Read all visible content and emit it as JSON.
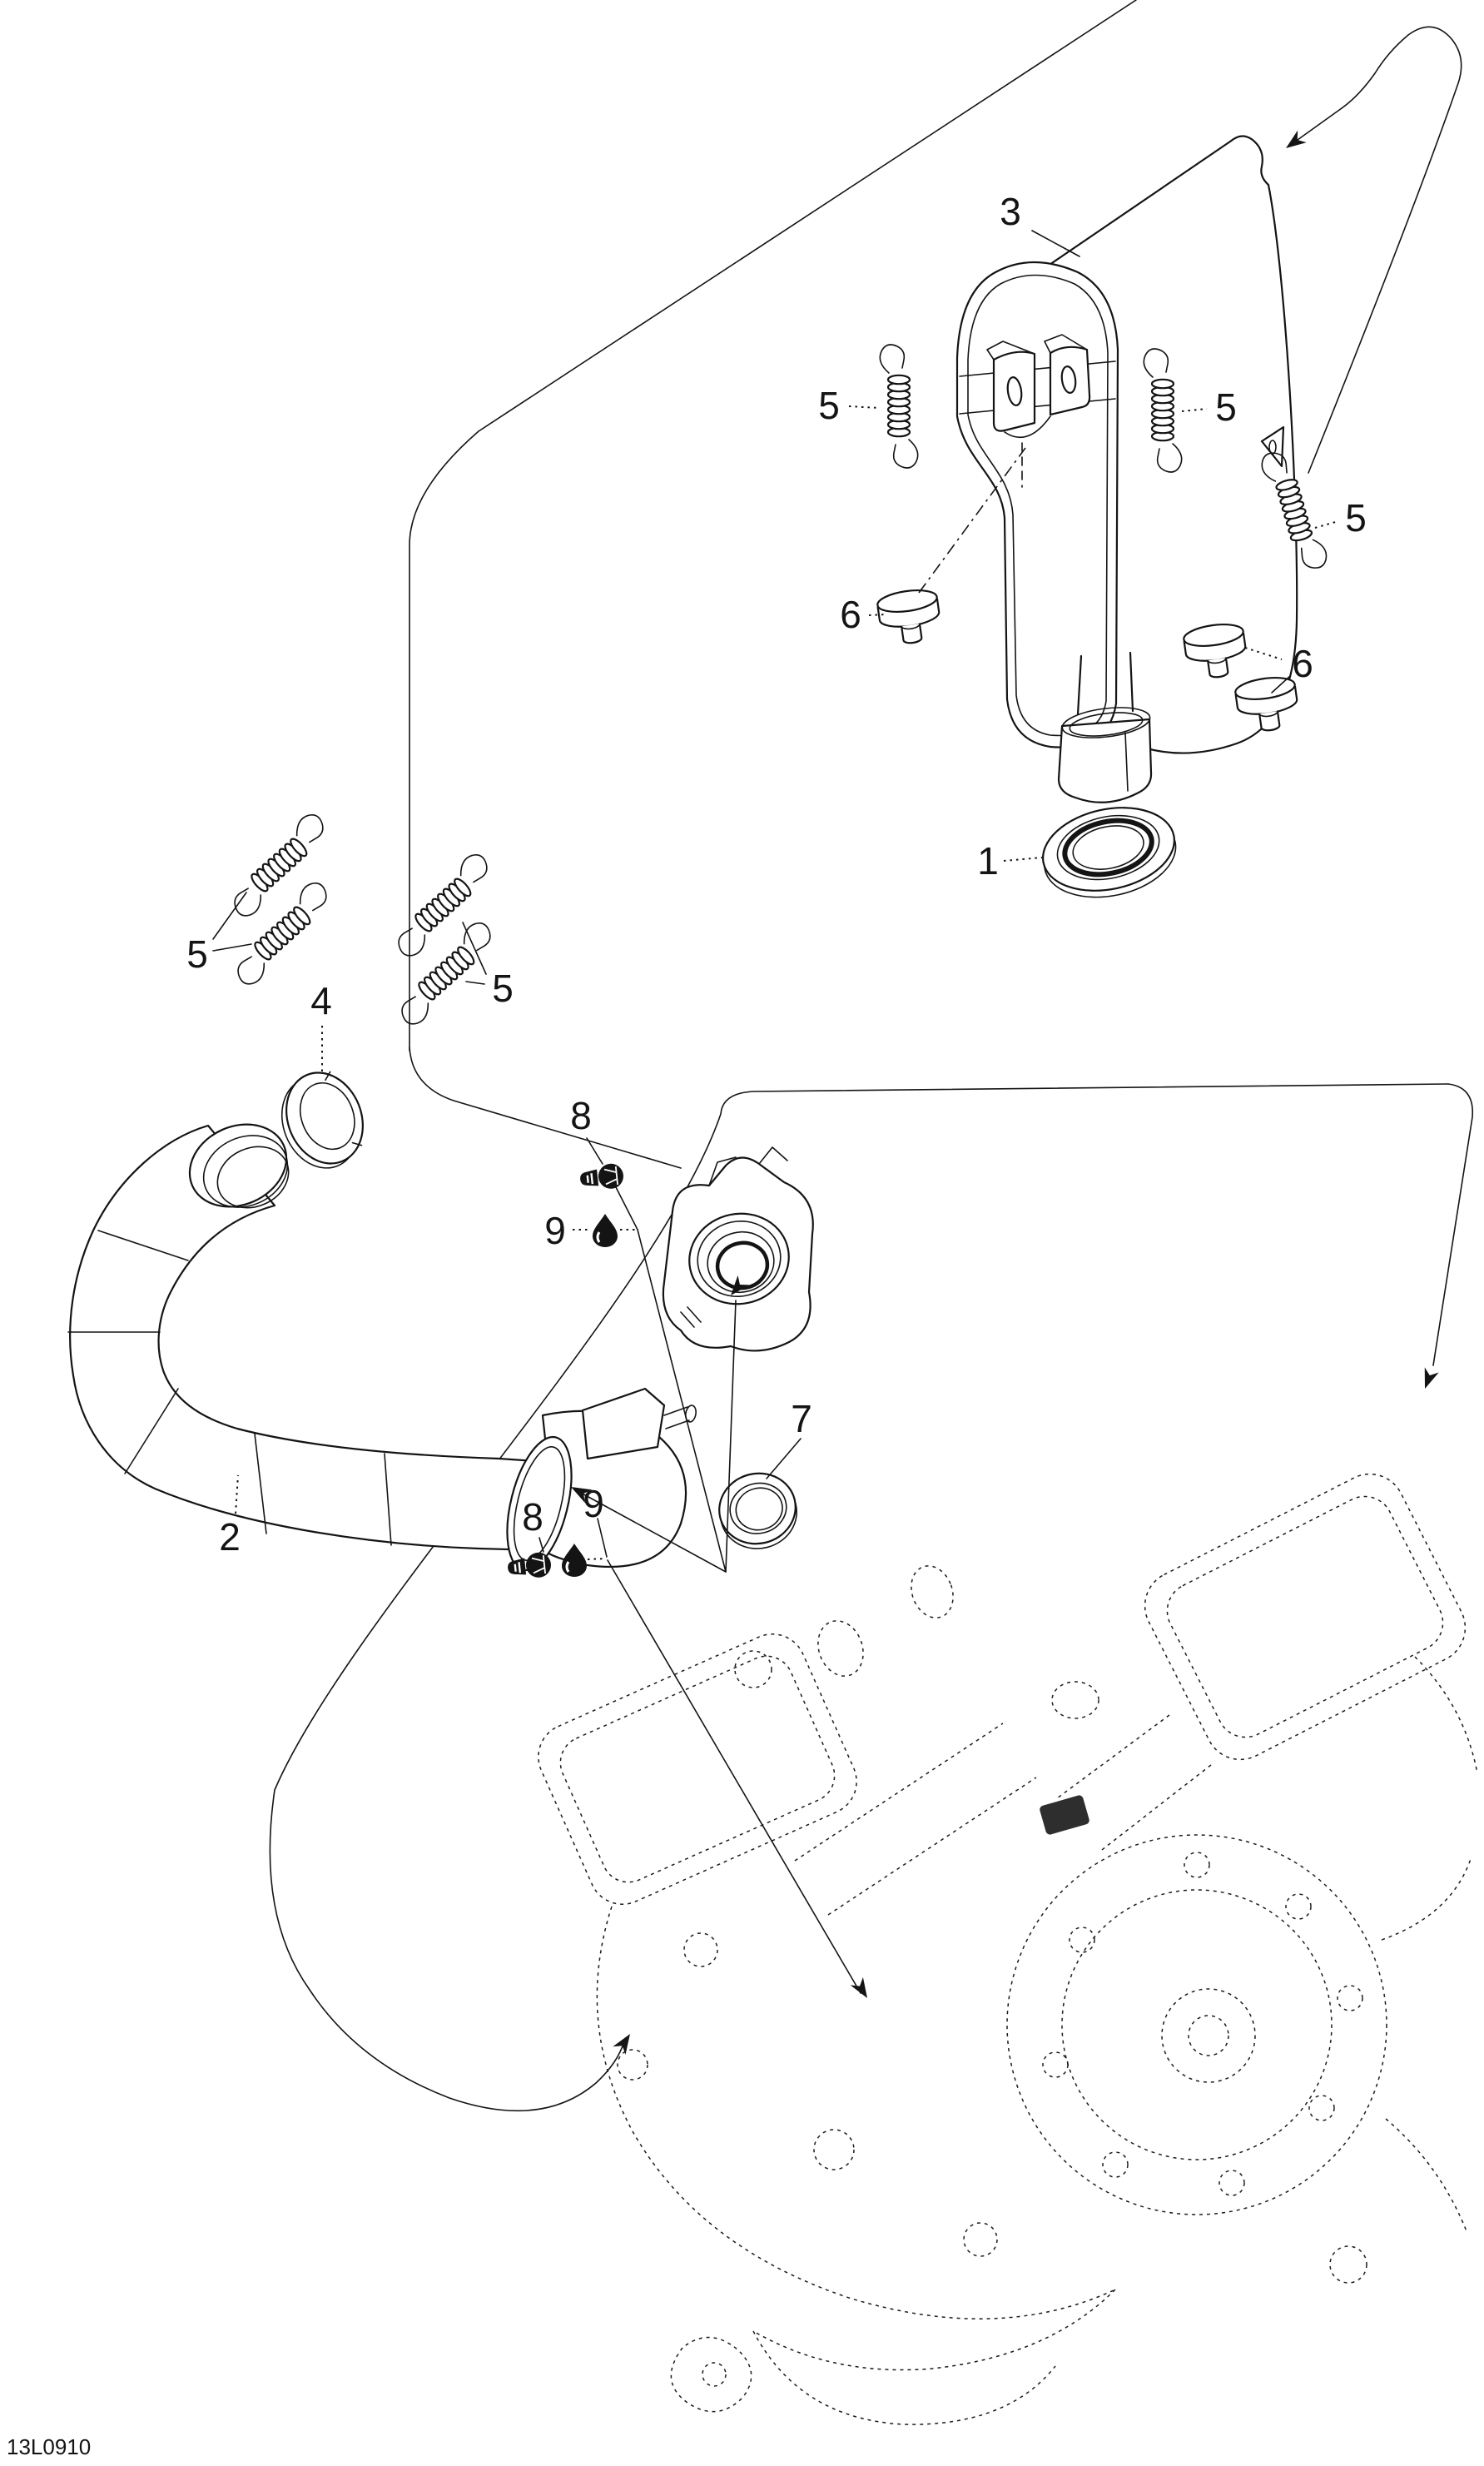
{
  "document": {
    "figure_code": "13L0910",
    "background_color": "#ffffff",
    "line_color": "#141414",
    "dark_fill_color": "#141414"
  },
  "callouts": [
    {
      "id": "callout-3-muffler",
      "label": "3"
    },
    {
      "id": "callout-5-muffler-left-spring",
      "label": "5"
    },
    {
      "id": "callout-5-muffler-right-spring",
      "label": "5"
    },
    {
      "id": "callout-5-muffler-diagonal-spring",
      "label": "5"
    },
    {
      "id": "callout-6-left-bumper",
      "label": "6"
    },
    {
      "id": "callout-6-right-bumpers",
      "label": "6"
    },
    {
      "id": "callout-1-muffler-gasket",
      "label": "1"
    },
    {
      "id": "callout-5-pipe-left-springs",
      "label": "5"
    },
    {
      "id": "callout-4-inlet-gasket",
      "label": "4"
    },
    {
      "id": "callout-5-pipe-right-springs",
      "label": "5"
    },
    {
      "id": "callout-8-upper-nut",
      "label": "8"
    },
    {
      "id": "callout-9-upper-grease",
      "label": "9"
    },
    {
      "id": "callout-7-port-gasket",
      "label": "7"
    },
    {
      "id": "callout-2-exhaust-pipe",
      "label": "2"
    },
    {
      "id": "callout-8-lower-nut",
      "label": "8"
    },
    {
      "id": "callout-9-lower-grease",
      "label": "9"
    }
  ],
  "footer": {
    "code": "13L0910"
  }
}
